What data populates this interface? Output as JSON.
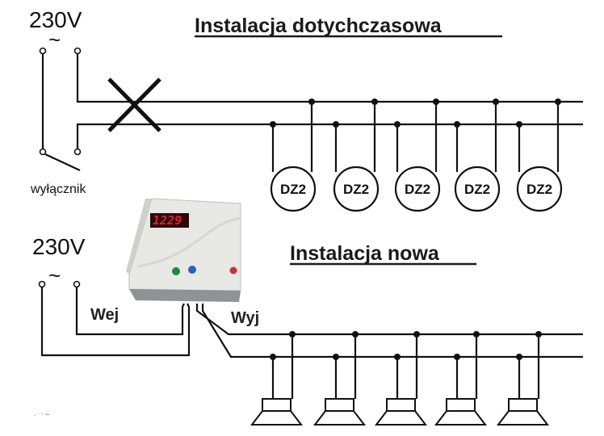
{
  "top": {
    "voltage_label": "230V",
    "ac_symbol": "~",
    "title": "Instalacja dotychczasowa",
    "switch_label": "wyłącznik",
    "fixture_label": "DZ2",
    "fixture_count": 5
  },
  "bottom": {
    "voltage_label": "230V",
    "ac_symbol": "~",
    "title": "Instalacja nowa",
    "input_label": "Wej",
    "output_label": "Wyj",
    "speaker_count": 5,
    "device": {
      "display_value": "1229",
      "leds": [
        {
          "name": "green",
          "color": "#1f8a3a"
        },
        {
          "name": "blue",
          "color": "#2a5fc4"
        },
        {
          "name": "red",
          "color": "#c8303a"
        }
      ]
    }
  }
}
